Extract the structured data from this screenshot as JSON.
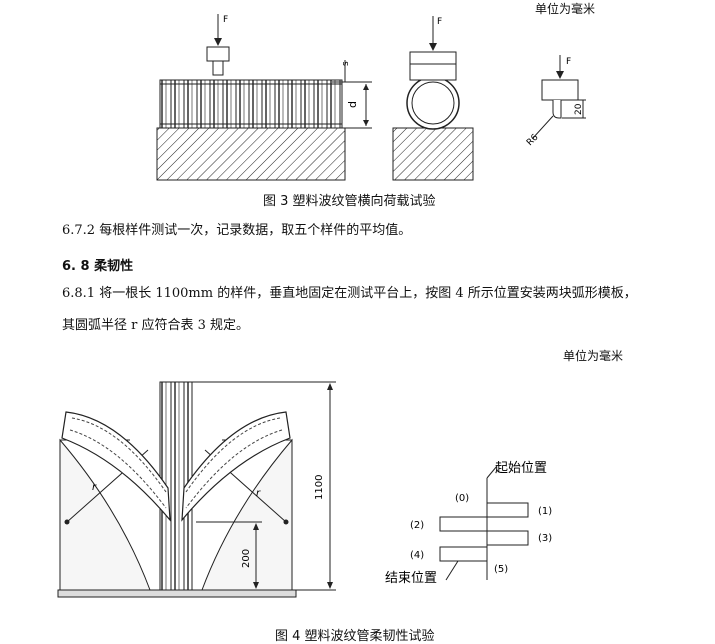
{
  "figure3": {
    "unit_note": "单位为毫米",
    "caption": "图 3    塑料波纹管横向荷载试验",
    "labels": {
      "force": "F",
      "s": "s",
      "d": "d",
      "r6": "R6",
      "dim20": "20"
    }
  },
  "paragraphs": {
    "p672": "6.7.2    每根样件测试一次，记录数据，取五个样件的平均值。",
    "h68": "6. 8    柔韧性",
    "p681_line1": "6.8.1    将一根长 1100mm 的样件，垂直地固定在测试平台上，按图 4 所示位置安装两块弧形模板，",
    "p681_line2": "其圆弧半径 r 应符合表 3 规定。"
  },
  "figure4": {
    "unit_note": "单位为毫米",
    "caption": "图 4    塑料波纹管柔韧性试验",
    "labels": {
      "r": "r",
      "dim1100": "1100",
      "dim200": "200",
      "start_pos": "起始位置",
      "end_pos": "结束位置",
      "pos0": "(0)",
      "pos1": "(1)",
      "pos2": "(2)",
      "pos3": "(3)",
      "pos4": "(4)",
      "pos5": "(5)"
    }
  }
}
